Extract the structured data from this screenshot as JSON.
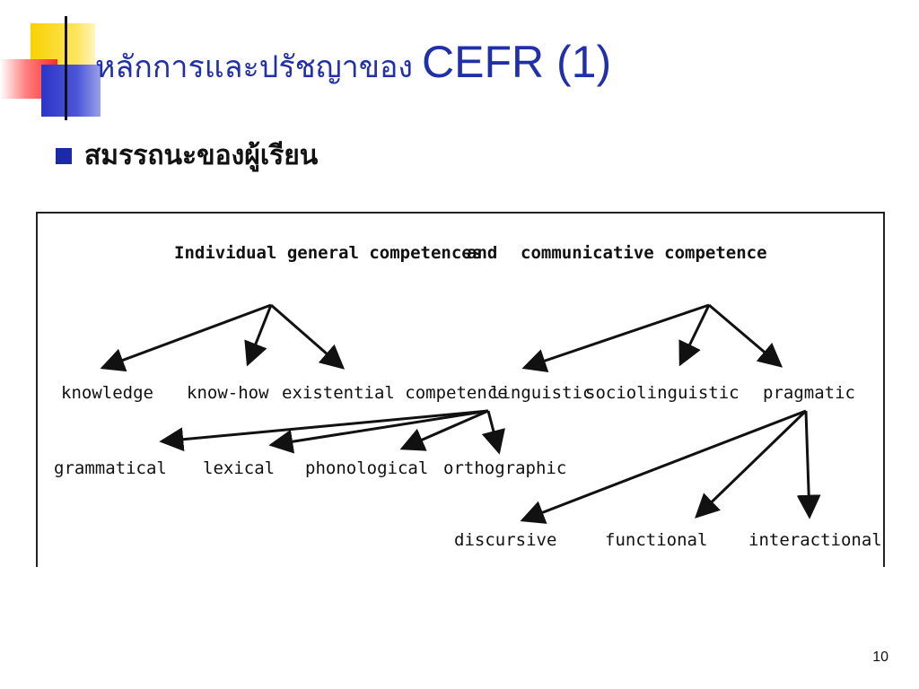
{
  "slide": {
    "title_thai": "หลักการและปรัชญาของ",
    "title_latin": "CEFR (1)",
    "bullet": "สมรรถนะของผู้เรียน",
    "page_number": "10"
  },
  "diagram": {
    "heading_left": "Individual general competences",
    "heading_and": "and",
    "heading_right": "communicative competence",
    "nodes": {
      "knowledge": "knowledge",
      "know_how": "know-how",
      "existential": "existential competence",
      "linguistic": "linguistic",
      "sociolinguistic": "sociolinguistic",
      "pragmatic": "pragmatic",
      "grammatical": "grammatical",
      "lexical": "lexical",
      "phonological": "phonological",
      "orthographic": "orthographic",
      "discursive": "discursive",
      "functional": "functional",
      "interactional": "interactional"
    }
  },
  "colors": {
    "title": "#2130a8",
    "bullet_square": "#1a2aa8",
    "deco_yellow": "#f7d200",
    "deco_red": "#ff2b2b",
    "deco_blue": "#2c36c7"
  }
}
